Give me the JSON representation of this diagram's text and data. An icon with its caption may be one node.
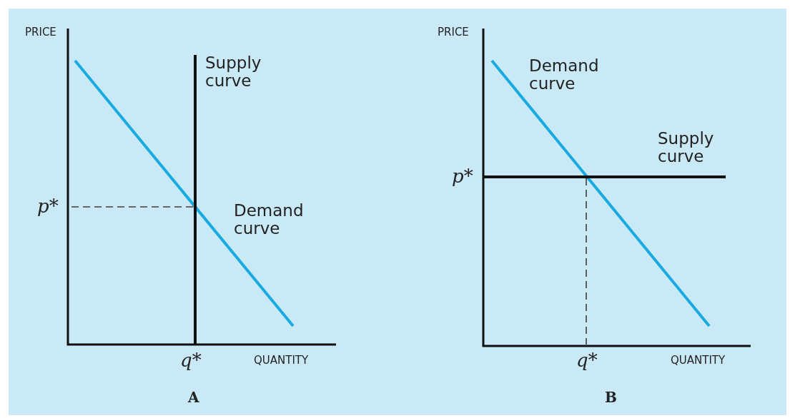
{
  "diagram": {
    "labels": [
      "PRICE",
      "Supply curve",
      "PRICE",
      "Demand curve",
      "Supply curve",
      "p*",
      "p*",
      "Demand curve",
      "q*",
      "QUANTITY",
      "q*",
      "QUANTITY",
      "A",
      "B"
    ]
  }
}
